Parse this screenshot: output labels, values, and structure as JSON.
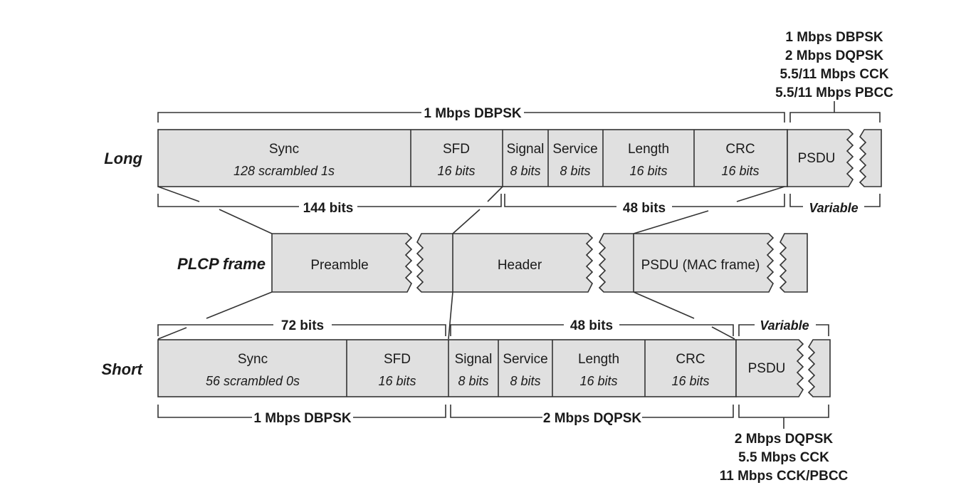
{
  "rows": {
    "long": "Long",
    "plcp": "PLCP frame",
    "short": "Short"
  },
  "long": {
    "fields": [
      {
        "name": "Sync",
        "size": "128 scrambled 1s"
      },
      {
        "name": "SFD",
        "size": "16 bits"
      },
      {
        "name": "Signal",
        "size": "8 bits"
      },
      {
        "name": "Service",
        "size": "8 bits"
      },
      {
        "name": "Length",
        "size": "16 bits"
      },
      {
        "name": "CRC",
        "size": "16 bits"
      },
      {
        "name": "PSDU",
        "size": ""
      }
    ],
    "top_rate": "1 Mbps DBPSK",
    "psdu_rates": [
      "1 Mbps DBPSK",
      "2 Mbps DQPSK",
      "5.5/11 Mbps CCK",
      "5.5/11 Mbps PBCC"
    ],
    "preamble_bits": "144 bits",
    "header_bits": "48 bits",
    "psdu_len": "Variable"
  },
  "plcp": {
    "preamble": "Preamble",
    "header": "Header",
    "psdu": "PSDU (MAC frame)"
  },
  "short": {
    "fields": [
      {
        "name": "Sync",
        "size": "56 scrambled 0s"
      },
      {
        "name": "SFD",
        "size": "16 bits"
      },
      {
        "name": "Signal",
        "size": "8 bits"
      },
      {
        "name": "Service",
        "size": "8 bits"
      },
      {
        "name": "Length",
        "size": "16 bits"
      },
      {
        "name": "CRC",
        "size": "16 bits"
      },
      {
        "name": "PSDU",
        "size": ""
      }
    ],
    "preamble_bits": "72 bits",
    "header_bits": "48 bits",
    "psdu_len": "Variable",
    "preamble_rate": "1 Mbps DBPSK",
    "header_rate": "2 Mbps DQPSK",
    "psdu_rates": [
      "2 Mbps DQPSK",
      "5.5 Mbps CCK",
      "11 Mbps CCK/PBCC"
    ]
  }
}
